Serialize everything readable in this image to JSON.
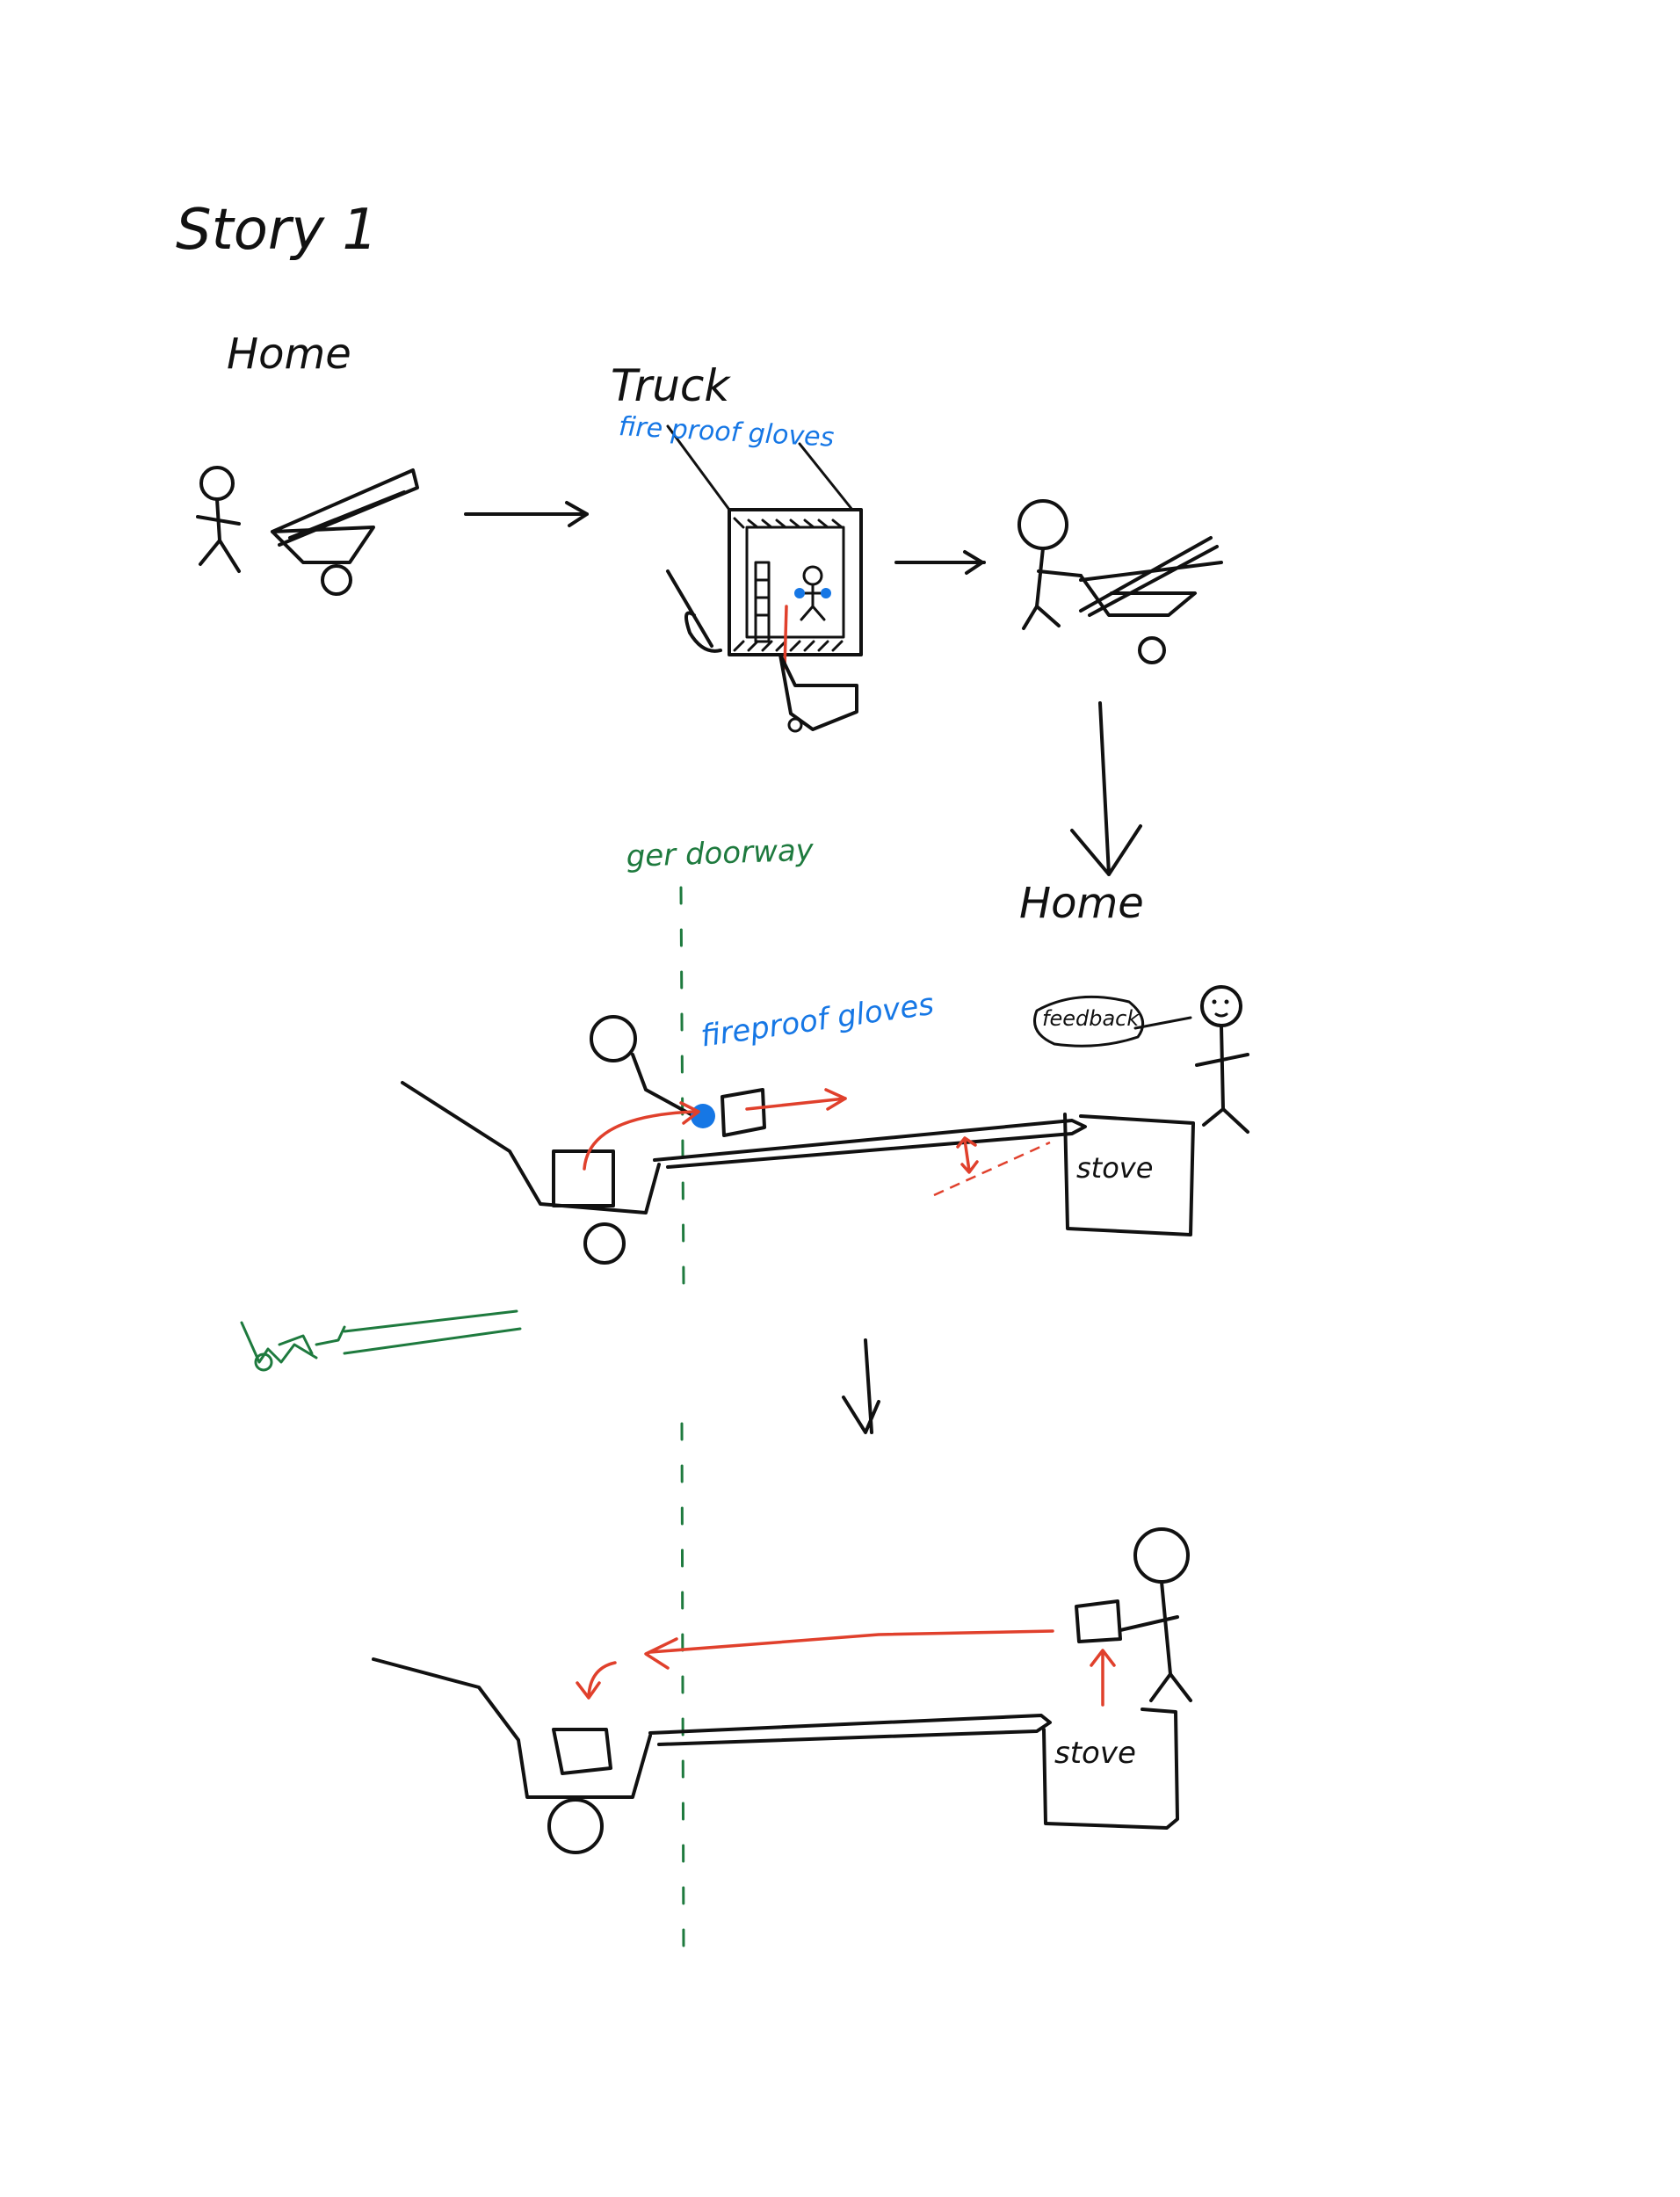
{
  "title": "Story 1",
  "labels": {
    "home_top": "Home",
    "truck": "Truck",
    "fireproof_gloves_truck": "fire proof gloves",
    "home_middle": "Home",
    "ger_doorway": "ger doorway",
    "fireproof_gloves_scene": "fireproof gloves",
    "feedback": "feedback",
    "stove_upper": "stove",
    "stove_lower": "stove"
  },
  "colors": {
    "ink": "#111111",
    "highlight_red": "#e0402c",
    "gloves_blue": "#1677e5",
    "doorway_green": "#1e7a3e"
  }
}
